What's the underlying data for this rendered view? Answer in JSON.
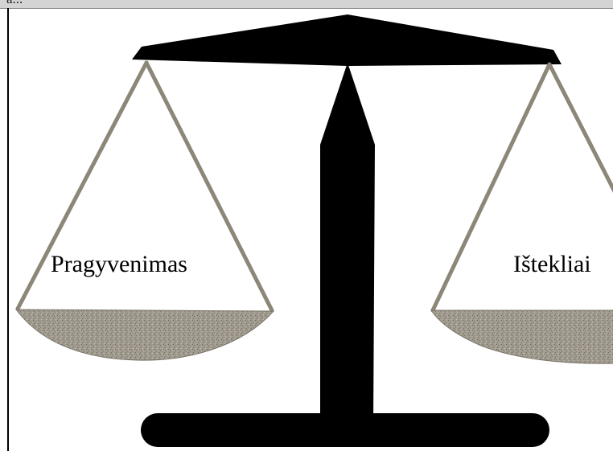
{
  "header": {
    "cropped_caption": "a..."
  },
  "diagram": {
    "left_pan_label": "Pragyvenimas",
    "right_pan_label": "Ištekliai",
    "colors": {
      "beam": "#000000",
      "strings": "#8c8778",
      "pan": "#9c968a"
    }
  }
}
